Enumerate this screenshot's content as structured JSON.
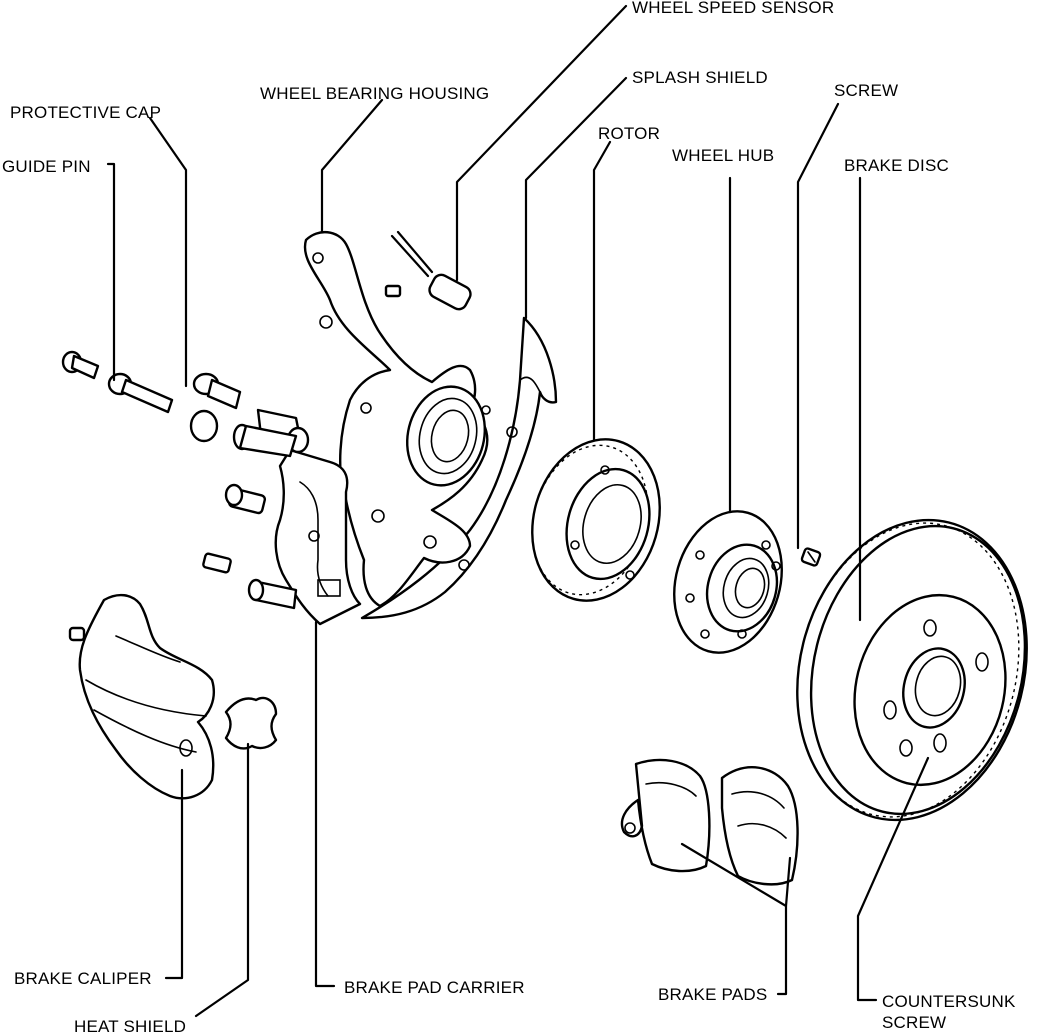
{
  "labels": {
    "wheel_speed_sensor": "WHEEL SPEED SENSOR",
    "splash_shield": "SPLASH SHIELD",
    "wheel_bearing_housing": "WHEEL BEARING HOUSING",
    "protective_cap": "PROTECTIVE CAP",
    "screw": "SCREW",
    "rotor": "ROTOR",
    "wheel_hub": "WHEEL HUB",
    "guide_pin": "GUIDE PIN",
    "brake_disc": "BRAKE DISC",
    "brake_caliper": "BRAKE CALIPER",
    "brake_pad_carrier": "BRAKE PAD CARRIER",
    "brake_pads": "BRAKE PADS",
    "heat_shield": "HEAT SHIELD",
    "countersunk_screw_line1": "COUNTERSUNK",
    "countersunk_screw_line2": "SCREW"
  }
}
